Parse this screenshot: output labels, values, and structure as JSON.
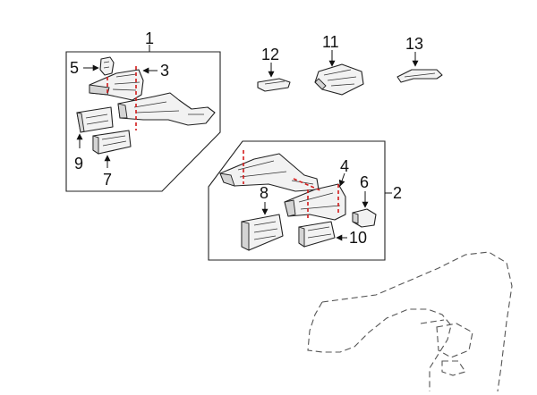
{
  "callouts": {
    "c1": "1",
    "c2": "2",
    "c3": "3",
    "c4": "4",
    "c5": "5",
    "c6": "6",
    "c7": "7",
    "c8": "8",
    "c9": "9",
    "c10": "10",
    "c11": "11",
    "c12": "12",
    "c13": "13"
  },
  "colors": {
    "outline": "#222222",
    "cut_line": "#d31c1c",
    "fender_outline": "#555555"
  }
}
